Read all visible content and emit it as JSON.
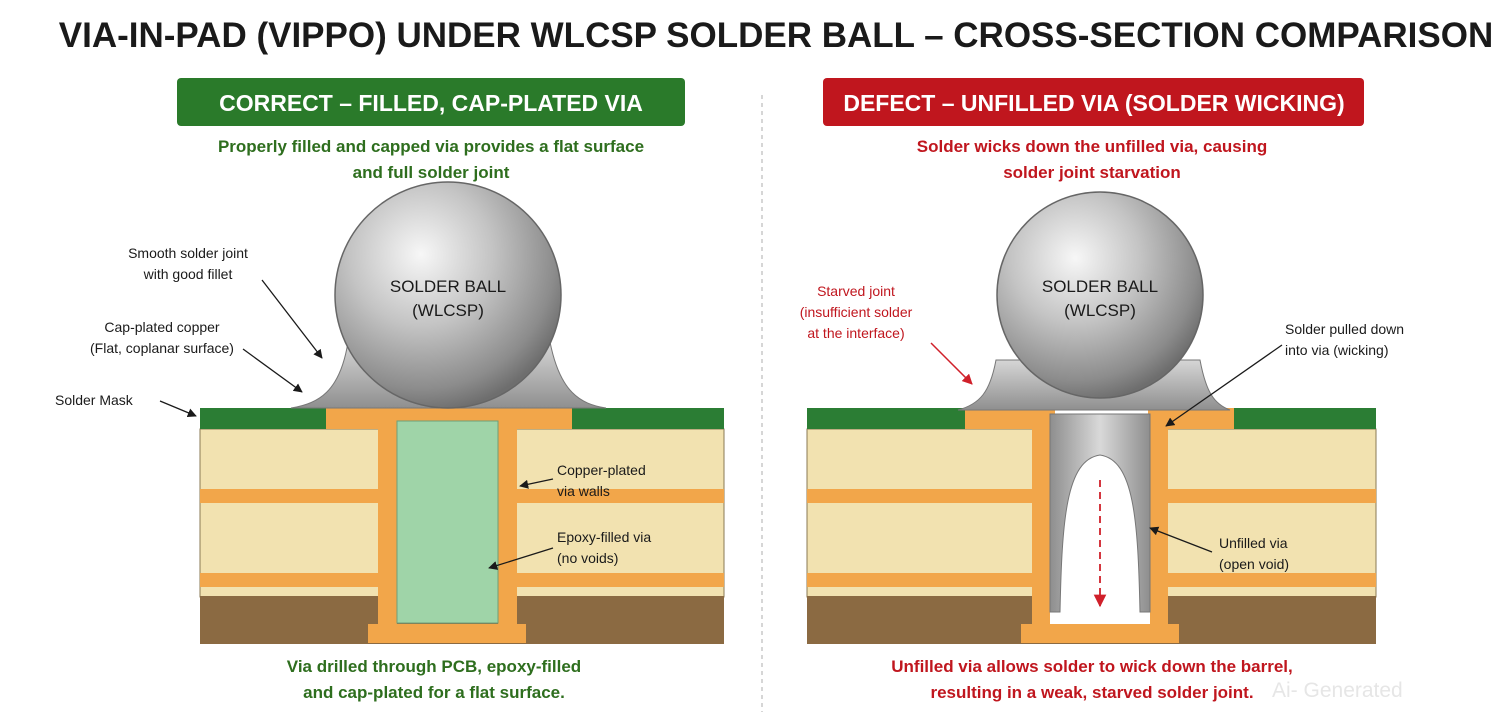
{
  "title": "VIA-IN-PAD (VIPPO) UNDER WLCSP SOLDER BALL – CROSS-SECTION COMPARISON",
  "colors": {
    "correct_banner": "#2a7a2a",
    "defect_banner": "#c0161e",
    "correct_text": "#2e6e1e",
    "defect_text": "#c0161e",
    "solder_mask": "#2b7d34",
    "copper": "#f2a64a",
    "laminate": "#f2e2b0",
    "substrate": "#8b6a42",
    "epoxy_fill": "#9fd4a8",
    "solder": "#b8b8b8"
  },
  "left": {
    "banner": "CORRECT – FILLED, CAP-PLATED VIA",
    "subtitle": [
      "Properly filled and capped via provides a flat surface",
      "and full solder joint"
    ],
    "ball_label": [
      "SOLDER BALL",
      "(WLCSP)"
    ],
    "callouts": {
      "joint": [
        "Smooth solder joint",
        "with good fillet"
      ],
      "cap": [
        "Cap-plated copper",
        "(Flat, coplanar surface)"
      ],
      "mask": [
        "Solder Mask"
      ],
      "walls": [
        "Copper-plated",
        "via walls"
      ],
      "epoxy": [
        "Epoxy-filled via",
        "(no voids)"
      ]
    },
    "caption": [
      "Via drilled through PCB, epoxy-filled",
      "and cap-plated for a flat surface."
    ]
  },
  "right": {
    "banner": "DEFECT – UNFILLED VIA (SOLDER WICKING)",
    "subtitle": [
      "Solder wicks down the unfilled via, causing",
      "solder joint starvation"
    ],
    "ball_label": [
      "SOLDER BALL",
      "(WLCSP)"
    ],
    "callouts": {
      "starved": [
        "Starved joint",
        "(insufficient solder",
        "at the interface)"
      ],
      "pulled": [
        "Solder pulled down",
        "into via (wicking)"
      ],
      "unfilled": [
        "Unfilled via",
        "(open void)"
      ]
    },
    "caption": [
      "Unfilled via allows solder to wick down the barrel,",
      "resulting in a weak, starved solder joint."
    ]
  },
  "watermark": "Ai- Generated"
}
